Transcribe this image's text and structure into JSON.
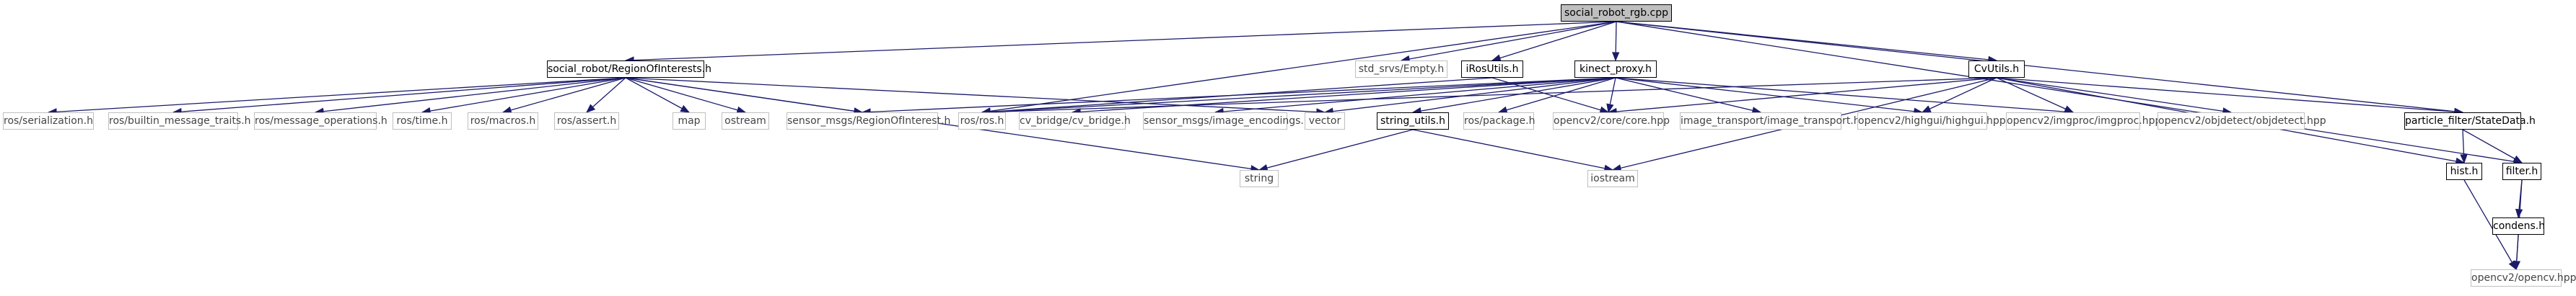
{
  "nodes": [
    {
      "id": "root",
      "label": "social_robot_rgb.cpp",
      "style": "root"
    },
    {
      "id": "roi",
      "label": "social_robot/RegionOfInterests.h",
      "style": "local"
    },
    {
      "id": "empty",
      "label": "std_srvs/Empty.h",
      "style": "sys"
    },
    {
      "id": "rosutils",
      "label": "iRosUtils.h",
      "style": "local"
    },
    {
      "id": "kinect",
      "label": "kinect_proxy.h",
      "style": "local"
    },
    {
      "id": "cvutils",
      "label": "CvUtils.h",
      "style": "local"
    },
    {
      "id": "serialization",
      "label": "ros/serialization.h",
      "style": "sys"
    },
    {
      "id": "builtin",
      "label": "ros/builtin_message_traits.h",
      "style": "sys"
    },
    {
      "id": "msgops",
      "label": "ros/message_operations.h",
      "style": "sys"
    },
    {
      "id": "time",
      "label": "ros/time.h",
      "style": "sys"
    },
    {
      "id": "macros",
      "label": "ros/macros.h",
      "style": "sys"
    },
    {
      "id": "assert",
      "label": "ros/assert.h",
      "style": "sys"
    },
    {
      "id": "map",
      "label": "map",
      "style": "sys"
    },
    {
      "id": "ostream",
      "label": "ostream",
      "style": "sys"
    },
    {
      "id": "sensroi",
      "label": "sensor_msgs/RegionOfInterest.h",
      "style": "sys"
    },
    {
      "id": "rosros",
      "label": "ros/ros.h",
      "style": "sys"
    },
    {
      "id": "cvbridge",
      "label": "cv_bridge/cv_bridge.h",
      "style": "sys"
    },
    {
      "id": "imgenc",
      "label": "sensor_msgs/image_encodings.h",
      "style": "sys"
    },
    {
      "id": "vector",
      "label": "vector",
      "style": "sys"
    },
    {
      "id": "stringutils",
      "label": "string_utils.h",
      "style": "local"
    },
    {
      "id": "package",
      "label": "ros/package.h",
      "style": "sys"
    },
    {
      "id": "corehpp",
      "label": "opencv2/core/core.hpp",
      "style": "sys"
    },
    {
      "id": "imgtrans",
      "label": "image_transport/image_transport.h",
      "style": "sys"
    },
    {
      "id": "highgui",
      "label": "opencv2/highgui/highgui.hpp",
      "style": "sys"
    },
    {
      "id": "imgproc",
      "label": "opencv2/imgproc/imgproc.hpp",
      "style": "sys"
    },
    {
      "id": "objdetect",
      "label": "opencv2/objdetect/objdetect.hpp",
      "style": "sys"
    },
    {
      "id": "statedata",
      "label": "particle_filter/StateData.h",
      "style": "local"
    },
    {
      "id": "hist",
      "label": "hist.h",
      "style": "local"
    },
    {
      "id": "filter",
      "label": "filter.h",
      "style": "local"
    },
    {
      "id": "string",
      "label": "string",
      "style": "sys"
    },
    {
      "id": "iostream",
      "label": "iostream",
      "style": "sys"
    },
    {
      "id": "condens",
      "label": "condens.h",
      "style": "local"
    },
    {
      "id": "opencv",
      "label": "opencv2/opencv.hpp",
      "style": "sys"
    }
  ],
  "edges": [
    [
      "root",
      "roi"
    ],
    [
      "root",
      "empty"
    ],
    [
      "root",
      "rosutils"
    ],
    [
      "root",
      "kinect"
    ],
    [
      "root",
      "cvutils"
    ],
    [
      "root",
      "statedata"
    ],
    [
      "root",
      "filter"
    ],
    [
      "root",
      "rosros"
    ],
    [
      "roi",
      "serialization"
    ],
    [
      "roi",
      "builtin"
    ],
    [
      "roi",
      "msgops"
    ],
    [
      "roi",
      "time"
    ],
    [
      "roi",
      "macros"
    ],
    [
      "roi",
      "assert"
    ],
    [
      "roi",
      "map"
    ],
    [
      "roi",
      "ostream"
    ],
    [
      "roi",
      "sensroi"
    ],
    [
      "roi",
      "vector"
    ],
    [
      "roi",
      "string"
    ],
    [
      "rosutils",
      "rosros"
    ],
    [
      "rosutils",
      "corehpp"
    ],
    [
      "kinect",
      "sensroi"
    ],
    [
      "kinect",
      "rosros"
    ],
    [
      "kinect",
      "cvbridge"
    ],
    [
      "kinect",
      "imgenc"
    ],
    [
      "kinect",
      "vector"
    ],
    [
      "kinect",
      "stringutils"
    ],
    [
      "kinect",
      "package"
    ],
    [
      "kinect",
      "corehpp"
    ],
    [
      "kinect",
      "imgtrans"
    ],
    [
      "kinect",
      "highgui"
    ],
    [
      "kinect",
      "imgproc"
    ],
    [
      "cvutils",
      "rosros"
    ],
    [
      "cvutils",
      "corehpp"
    ],
    [
      "cvutils",
      "highgui"
    ],
    [
      "cvutils",
      "imgproc"
    ],
    [
      "cvutils",
      "objdetect"
    ],
    [
      "cvutils",
      "statedata"
    ],
    [
      "cvutils",
      "hist"
    ],
    [
      "cvutils",
      "iostream"
    ],
    [
      "stringutils",
      "string"
    ],
    [
      "stringutils",
      "iostream"
    ],
    [
      "statedata",
      "hist"
    ],
    [
      "statedata",
      "filter"
    ],
    [
      "hist",
      "opencv"
    ],
    [
      "filter",
      "condens"
    ],
    [
      "filter",
      "opencv"
    ],
    [
      "condens",
      "opencv"
    ]
  ],
  "colors": {
    "edge": "#1b1b6b",
    "local_border": "#000000",
    "sys_border": "#bfbfbf",
    "root_fill": "#bfbfbf"
  }
}
